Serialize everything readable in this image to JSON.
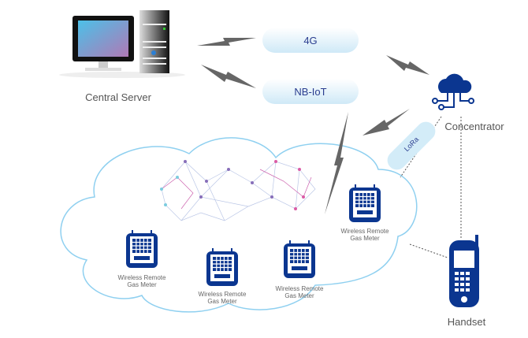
{
  "server": {
    "label": "Central Server"
  },
  "networks": {
    "g4": "4G",
    "nbiot": "NB-IoT",
    "lora": "LoRa"
  },
  "concentrator": {
    "label": "Concentrator"
  },
  "handset": {
    "label": "Handset"
  },
  "meters": [
    {
      "line1": "Wireless Remote",
      "line2": "Gas Meter"
    },
    {
      "line1": "Wireless Remote",
      "line2": "Gas Meter"
    },
    {
      "line1": "Wireless Remote",
      "line2": "Gas Meter"
    },
    {
      "line1": "Wireless Remote",
      "line2": "Gas Meter"
    }
  ],
  "colors": {
    "brand": "#0b3690",
    "link": "#666666",
    "cloud_stroke": "#8fd0f0"
  }
}
